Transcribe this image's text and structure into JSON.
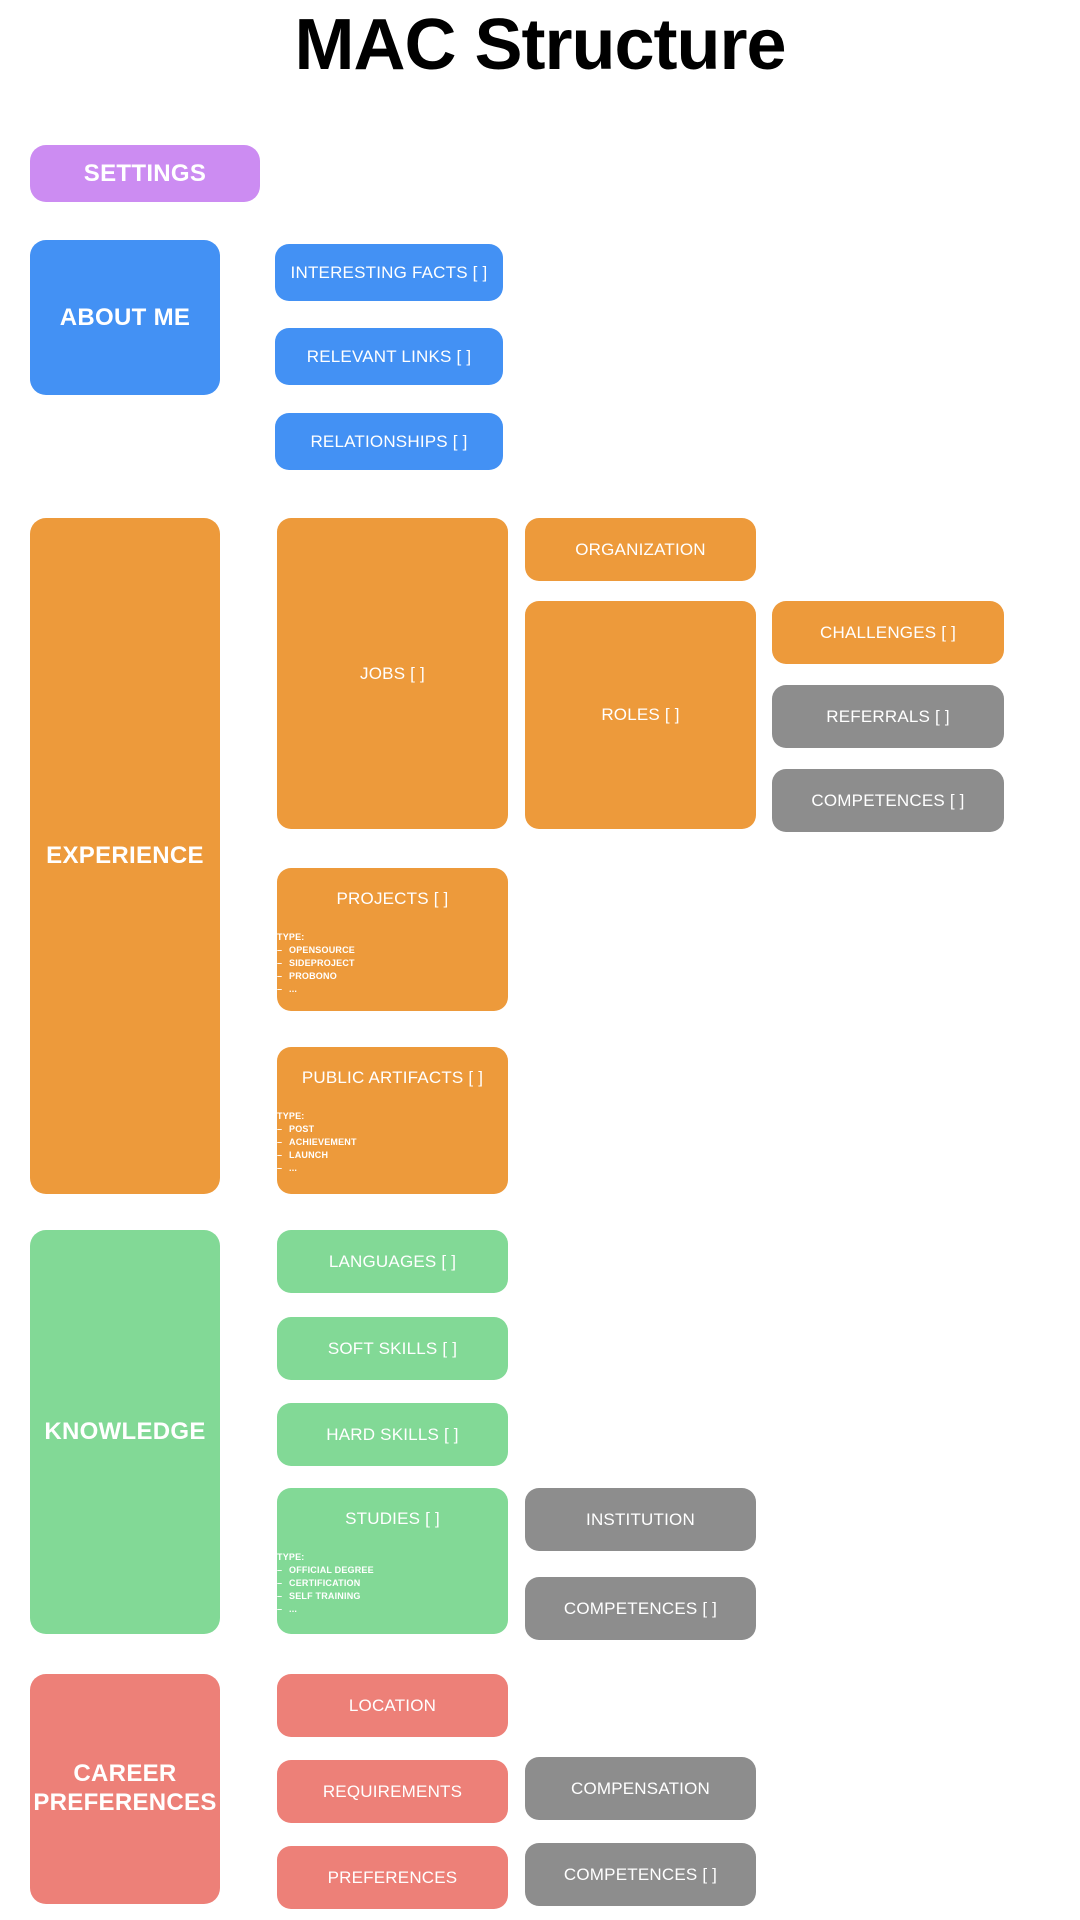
{
  "page": {
    "title": "MAC Structure",
    "background": "#ffffff"
  },
  "colors": {
    "settings": "#cc8cf2",
    "about_me": "#4391f4",
    "experience": "#ed9a3b",
    "knowledge": "#82d996",
    "career_preferences": "#ed8078",
    "shared_entity": "#8d8d8d",
    "text_on_node": "#ffffff",
    "title_text": "#000000"
  },
  "nodes": {
    "settings": {
      "label": "SETTINGS"
    },
    "about_me": {
      "label": "ABOUT ME",
      "children": [
        {
          "label": "INTERESTING FACTS [ ]"
        },
        {
          "label": "RELEVANT LINKS [ ]"
        },
        {
          "label": "RELATIONSHIPS [ ]"
        }
      ]
    },
    "experience": {
      "label": "EXPERIENCE",
      "jobs": {
        "label": "JOBS [ ]"
      },
      "organization": {
        "label": "ORGANIZATION"
      },
      "roles": {
        "label": "ROLES [ ]"
      },
      "challenges": {
        "label": "CHALLENGES [ ]"
      },
      "referrals": {
        "label": "REFERRALS [ ]"
      },
      "competences": {
        "label": "COMPETENCES [ ]"
      },
      "projects": {
        "label": "PROJECTS [ ]",
        "type_label": "TYPE:",
        "type_items": [
          "OPENSOURCE",
          "SIDEPROJECT",
          "PROBONO",
          "..."
        ]
      },
      "public_artifacts": {
        "label": "PUBLIC ARTIFACTS [ ]",
        "type_label": "TYPE:",
        "type_items": [
          "POST",
          "ACHIEVEMENT",
          "LAUNCH",
          "..."
        ]
      }
    },
    "knowledge": {
      "label": "KNOWLEDGE",
      "languages": {
        "label": "LANGUAGES [ ]"
      },
      "soft_skills": {
        "label": "SOFT SKILLS [ ]"
      },
      "hard_skills": {
        "label": "HARD SKILLS [ ]"
      },
      "studies": {
        "label": "STUDIES [ ]",
        "type_label": "TYPE:",
        "type_items": [
          "OFFICIAL DEGREE",
          "CERTIFICATION",
          "SELF TRAINING",
          "..."
        ]
      },
      "institution": {
        "label": "INSTITUTION"
      },
      "competences": {
        "label": "COMPETENCES [ ]"
      }
    },
    "career_preferences": {
      "label_line1": "CAREER",
      "label_line2": "PREFERENCES",
      "location": {
        "label": "LOCATION"
      },
      "requirements": {
        "label": "REQUIREMENTS"
      },
      "preferences": {
        "label": "PREFERENCES"
      },
      "compensation": {
        "label": "COMPENSATION"
      },
      "competences": {
        "label": "COMPETENCES [ ]"
      }
    }
  }
}
